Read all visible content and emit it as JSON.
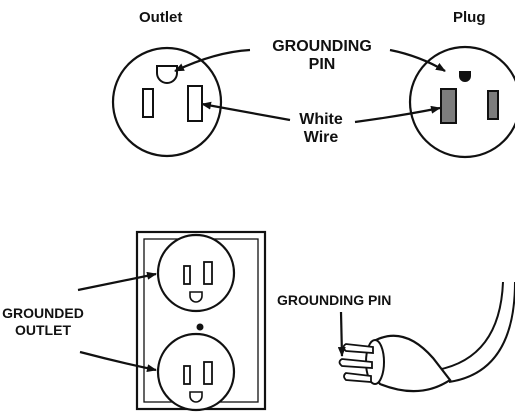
{
  "top": {
    "outlet_title": "Outlet",
    "plug_title": "Plug",
    "grounding_pin_line1": "GROUNDING",
    "grounding_pin_line2": "PIN",
    "white_wire_line1": "White",
    "white_wire_line2": "Wire"
  },
  "bottom": {
    "grounded_outlet_line1": "GROUNDED",
    "grounded_outlet_line2": "OUTLET",
    "grounding_pin": "GROUNDING PIN"
  },
  "colors": {
    "ink": "#111111",
    "background": "#ffffff",
    "slot_fill": "#7d7d7d"
  }
}
